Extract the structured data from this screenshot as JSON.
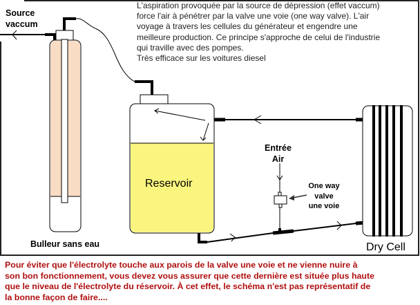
{
  "description_lines": [
    "L'aspiration provoquée par la source de dépression (effet vaccum)",
    "force l'air à pénétrer par la valve une voie (one way valve).  L'air",
    "voyage à travers les cellules du générateur et engendre une",
    "meilleure production.  Ce principe s'approche de celui de l'industrie",
    "qui traville avec des pompes.",
    "Très efficace sur les voitures diesel"
  ],
  "labels": {
    "source_line1": "Source",
    "source_line2": "vaccum",
    "bubbler": "Bulleur sans eau",
    "reservoir": "Reservoir",
    "air_line1": "Entrée",
    "air_line2": "Air",
    "valve_line1": "One way",
    "valve_line2": "valve",
    "valve_line3": "une voie",
    "dry_cell": "Dry Cell"
  },
  "note_lines": [
    "Pour éviter que l'électrolyte touche aux parois de la valve une voie et ne vienne nuire à",
    "son bon fonctionnement, vous devez vous assurer que cette dernière est située plus haute",
    "que le niveau de l'électrolyte du réservoir.  À cet effet, le schéma n'est pas représentatif de",
    "la bonne façon de faire...."
  ],
  "colors": {
    "bubbler_fill": "#F9DCC4",
    "electrolyte": "#FAF57F",
    "note_text": "#B01010"
  }
}
